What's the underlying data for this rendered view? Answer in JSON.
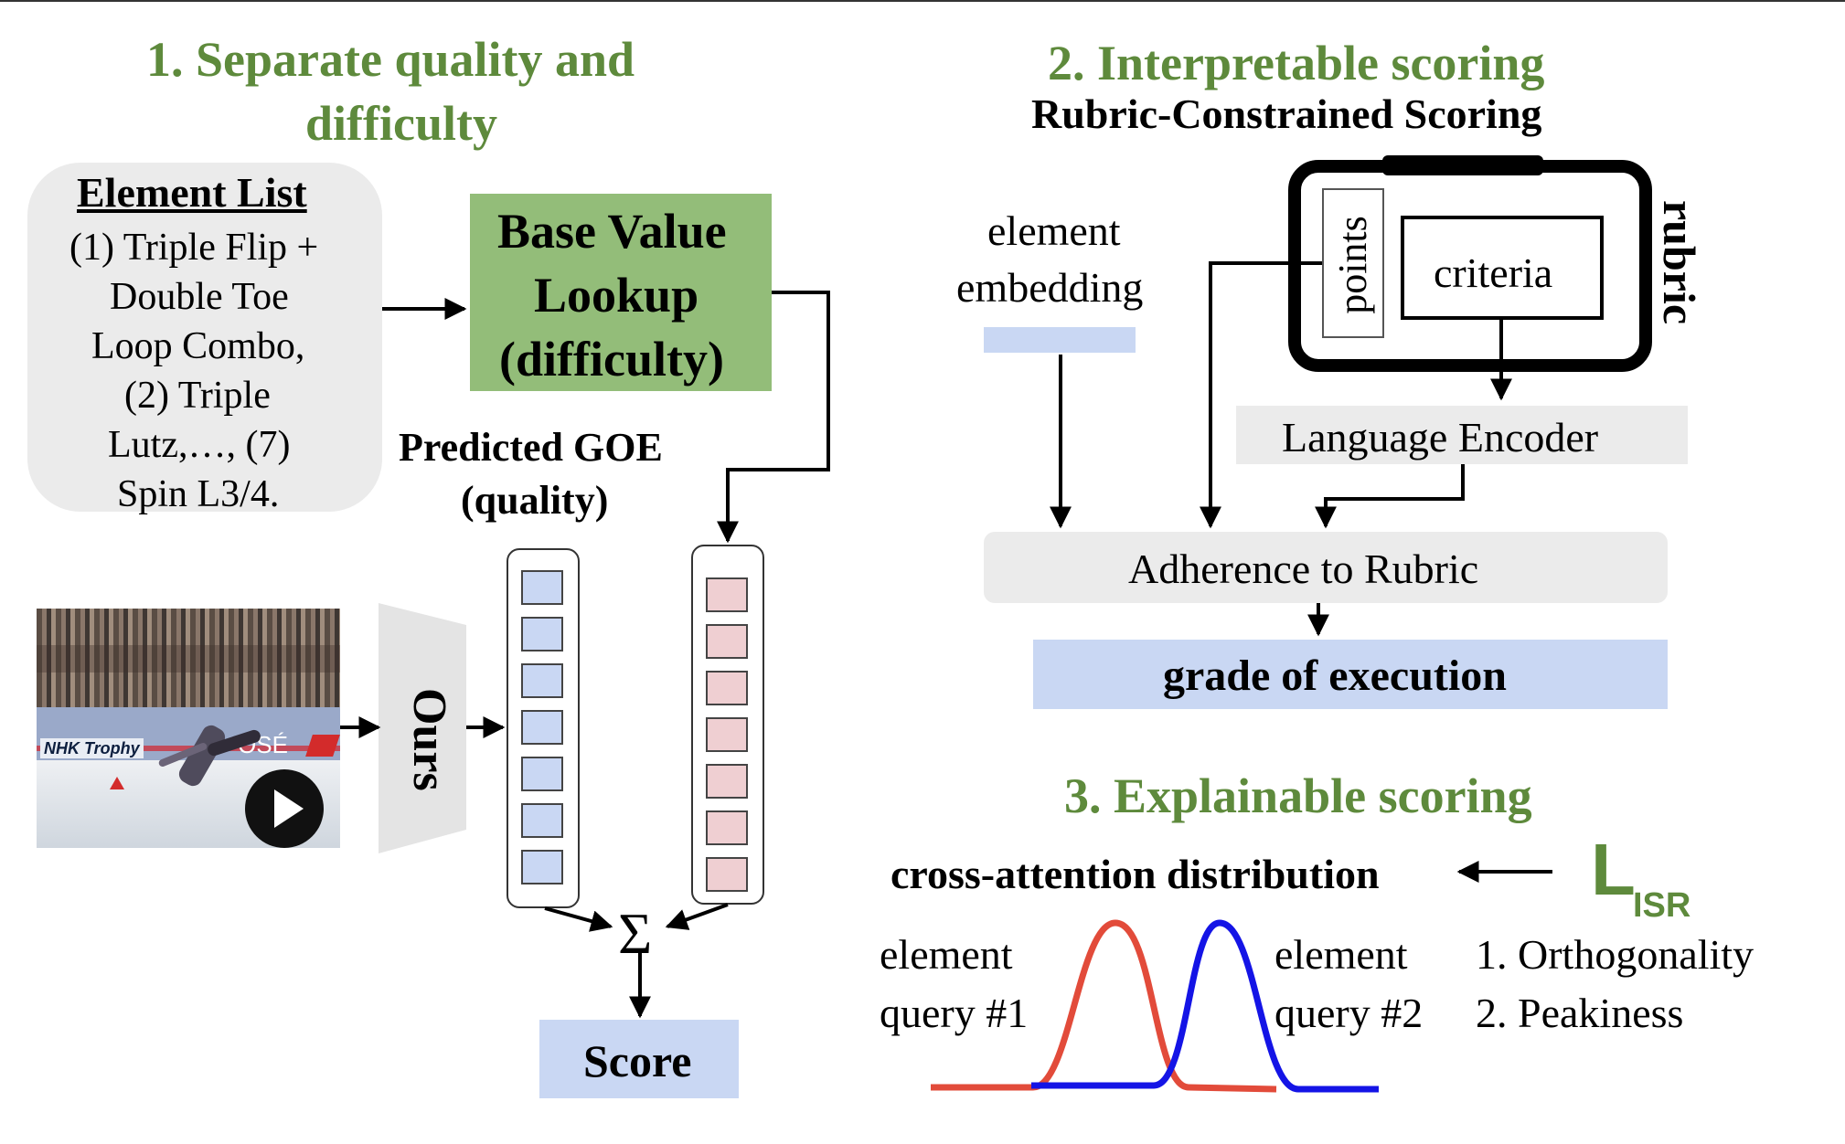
{
  "section1": {
    "title_line1": "1. Separate quality and",
    "title_line2": "difficulty"
  },
  "element_list": {
    "heading": "Element List",
    "lines": [
      "(1) Triple Flip +",
      "Double Toe",
      "Loop Combo,",
      "(2) Triple",
      "Lutz,…, (7)",
      "Spin L3/4."
    ]
  },
  "base_value": {
    "lines": [
      "Base Value",
      "Lookup",
      "(difficulty)"
    ],
    "color": "#93bd79"
  },
  "predicted_goe": {
    "line1": "Predicted GOE",
    "line2": "(quality)"
  },
  "video": {
    "banner_text": "NHK Trophy",
    "board_text": "OSÉ",
    "play_icon": "play-icon"
  },
  "model": {
    "label": "Ours"
  },
  "aggregation": {
    "symbol": "Σ"
  },
  "score": {
    "label": "Score",
    "color": "#c9d7f3"
  },
  "goe_cells_color": "#c9d7f3",
  "base_cells_color": "#efcfd2",
  "section2": {
    "title": "2. Interpretable scoring",
    "subtitle": "Rubric-Constrained Scoring"
  },
  "element_embedding": {
    "line1": "element",
    "line2": "embedding"
  },
  "rubric": {
    "label": "rubric",
    "points": "points",
    "criteria": "criteria"
  },
  "language_encoder": {
    "label": "Language Encoder"
  },
  "adherence": {
    "label": "Adherence to Rubric"
  },
  "grade": {
    "label": "grade of execution"
  },
  "section3": {
    "title": "3. Explainable scoring"
  },
  "cross_attention": {
    "label": "cross-attention distribution"
  },
  "loss": {
    "main": "L",
    "sub": "ISR",
    "items": [
      "1. Orthogonality",
      "2. Peakiness"
    ]
  },
  "queries": [
    {
      "line1": "element",
      "line2": "query #1",
      "color": "#e24b3a"
    },
    {
      "line1": "element",
      "line2": "query #2",
      "color": "#1414e6"
    }
  ]
}
